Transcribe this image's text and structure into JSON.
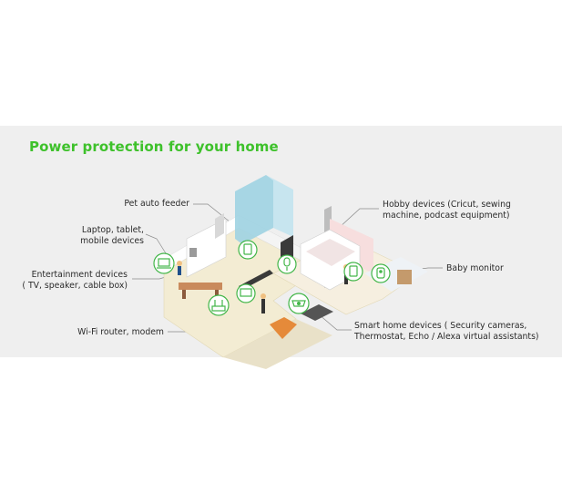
{
  "title": "Power protection for your home",
  "labels": {
    "pet_feeder": [
      "Pet auto feeder"
    ],
    "laptop": [
      "Laptop, tablet,",
      "mobile devices"
    ],
    "entertainment": [
      "Entertainment devices",
      "( TV, speaker, cable box)"
    ],
    "wifi": [
      "Wi-Fi router, modem"
    ],
    "hobby": [
      "Hobby devices (Cricut, sewing",
      "machine, podcast equipment)"
    ],
    "baby": [
      "Baby monitor"
    ],
    "smart_home": [
      "Smart home devices ( Security cameras,",
      "Thermostat, Echo / Alexa virtual assistants)"
    ]
  },
  "colors": {
    "title_green": "#3ec12b",
    "icon_green": "#43b649",
    "floor": "#f3ecd3",
    "wall": "#ffffff",
    "glass": "#9fd3e2",
    "bedroom": "#f7dede"
  },
  "icons": [
    "laptop-icon",
    "tv-icon",
    "router-icon",
    "pet-feeder-icon",
    "camera-icon",
    "thermostat-icon",
    "microphone-icon",
    "baby-monitor-icon"
  ]
}
